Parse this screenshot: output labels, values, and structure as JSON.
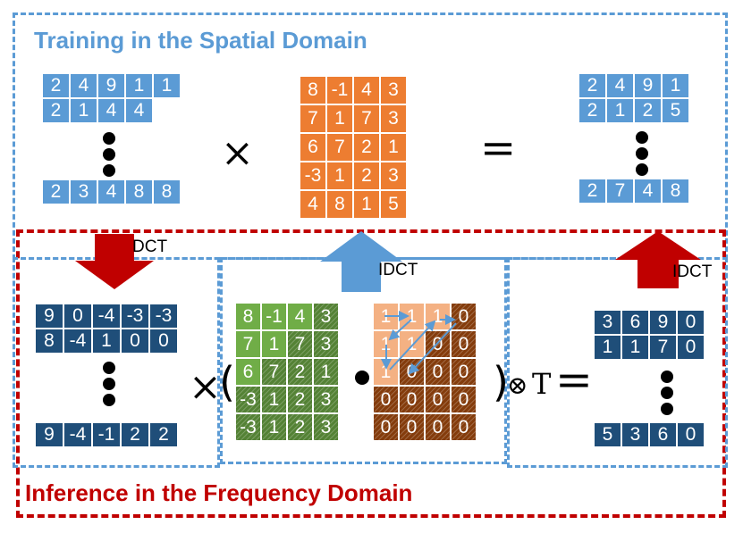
{
  "training": {
    "title": "Training in the Spatial Domain",
    "input_top": [
      [
        "2",
        "4",
        "9",
        "1",
        "1"
      ],
      [
        "2",
        "1",
        "4",
        "4"
      ]
    ],
    "input_bottom": [
      [
        "2",
        "3",
        "4",
        "8",
        "8"
      ]
    ],
    "weights": [
      [
        "8",
        "-1",
        "4",
        "3"
      ],
      [
        "7",
        "1",
        "7",
        "3"
      ],
      [
        "6",
        "7",
        "2",
        "1"
      ],
      [
        "-3",
        "1",
        "2",
        "3"
      ],
      [
        "4",
        "8",
        "1",
        "5"
      ]
    ],
    "output_top": [
      [
        "2",
        "4",
        "9",
        "1"
      ],
      [
        "2",
        "1",
        "2",
        "5"
      ]
    ],
    "output_bottom": [
      [
        "2",
        "7",
        "4",
        "8"
      ]
    ],
    "times": "×",
    "equals": "="
  },
  "inference": {
    "title": "Inference in the Frequency Domain",
    "input_top": [
      [
        "9",
        "0",
        "-4",
        "-3",
        "-3"
      ],
      [
        "8",
        "-4",
        "1",
        "0",
        "0"
      ]
    ],
    "input_bottom": [
      [
        "9",
        "-4",
        "-1",
        "2",
        "2"
      ]
    ],
    "weights": [
      [
        "8",
        "-1",
        "4",
        "3"
      ],
      [
        "7",
        "1",
        "7",
        "3"
      ],
      [
        "6",
        "7",
        "2",
        "1"
      ],
      [
        "-3",
        "1",
        "2",
        "3"
      ],
      [
        "-3",
        "1",
        "2",
        "3"
      ]
    ],
    "mask": [
      [
        "1",
        "1",
        "1",
        "0"
      ],
      [
        "1",
        "1",
        "0",
        "0"
      ],
      [
        "1",
        "0",
        "0",
        "0"
      ],
      [
        "0",
        "0",
        "0",
        "0"
      ],
      [
        "0",
        "0",
        "0",
        "0"
      ]
    ],
    "output_top": [
      [
        "3",
        "6",
        "9",
        "0"
      ],
      [
        "1",
        "1",
        "7",
        "0"
      ]
    ],
    "output_bottom": [
      [
        "5",
        "3",
        "6",
        "0"
      ]
    ],
    "times": "×",
    "open_paren": "(",
    "close_paren": ")",
    "otimes": "⊗",
    "T": "T",
    "equals": "="
  },
  "arrows": {
    "dct_label": "DCT",
    "idct_label_center": "IDCT",
    "idct_label_right": "IDCT"
  },
  "colors": {
    "blue": "#5b9bd5",
    "orange": "#ed7d31",
    "navy": "#1f4e79",
    "green": "#548235",
    "light_green": "#70ad47",
    "peach": "#f4b183",
    "brown": "#843c0c",
    "red": "#c00000"
  }
}
